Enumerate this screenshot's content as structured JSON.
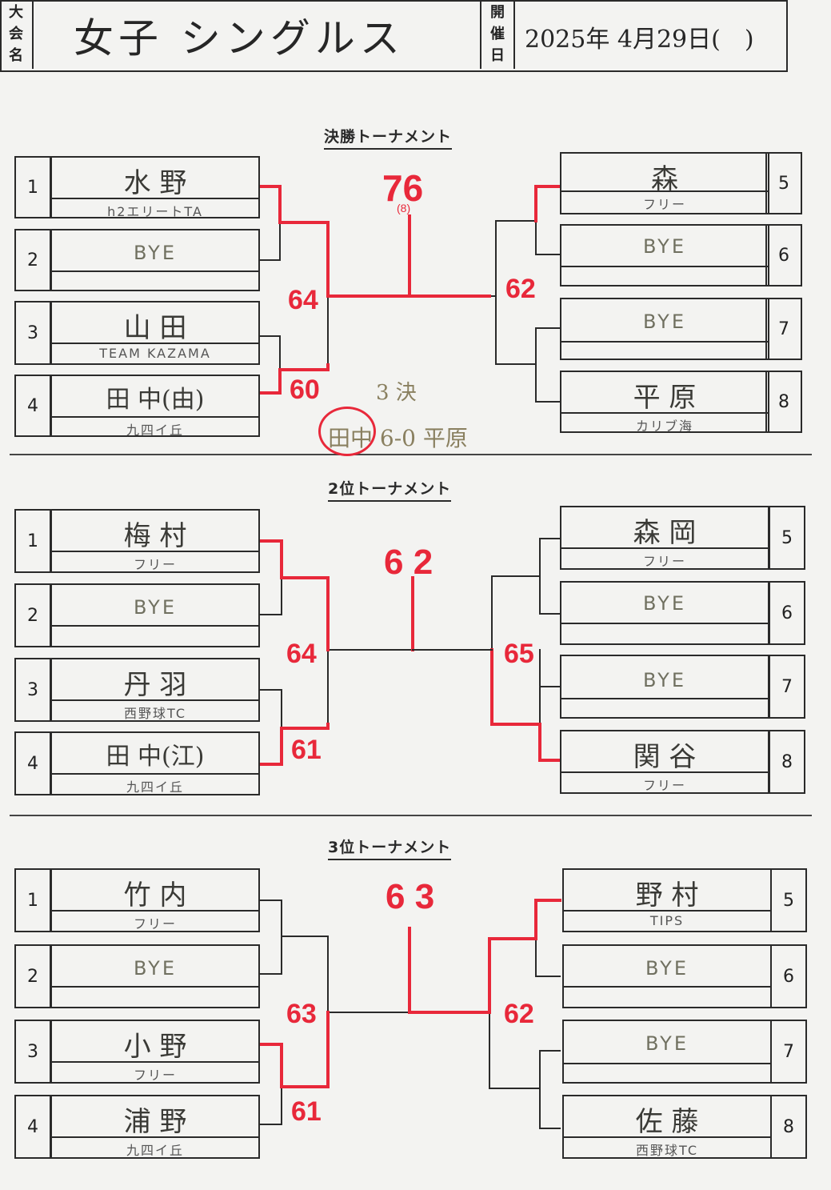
{
  "header": {
    "event_label": [
      "大",
      "会",
      "名"
    ],
    "event_name": "女子 シングルス",
    "date_label": [
      "開",
      "催",
      "日"
    ],
    "date_value": "2025年 4月29日(　)"
  },
  "final": {
    "title": "決勝トーナメント",
    "left": [
      {
        "seed": "1",
        "name": "水 野",
        "club": "h2エリートTA"
      },
      {
        "seed": "2",
        "name": "BYE",
        "club": ""
      },
      {
        "seed": "3",
        "name": "山 田",
        "club": "TEAM KAZAMA"
      },
      {
        "seed": "4",
        "name": "田 中(由)",
        "club": "九四イ丘"
      }
    ],
    "right": [
      {
        "seed": "5",
        "name": "森",
        "club": "フリー"
      },
      {
        "seed": "6",
        "name": "BYE",
        "club": ""
      },
      {
        "seed": "7",
        "name": "BYE",
        "club": ""
      },
      {
        "seed": "8",
        "name": "平 原",
        "club": "カリブ海"
      }
    ],
    "scores": {
      "champion": "76",
      "tiebreak": "(8)",
      "left_final": "64",
      "left_semi": "60",
      "right_final": "62"
    },
    "third_place": {
      "label": "3 決",
      "result": "田中 6-0 平原"
    }
  },
  "second": {
    "title": "2位トーナメント",
    "left": [
      {
        "seed": "1",
        "name": "梅 村",
        "club": "フリー"
      },
      {
        "seed": "2",
        "name": "BYE",
        "club": ""
      },
      {
        "seed": "3",
        "name": "丹 羽",
        "club": "西野球TC"
      },
      {
        "seed": "4",
        "name": "田 中(江)",
        "club": "九四イ丘"
      }
    ],
    "right": [
      {
        "seed": "5",
        "name": "森 岡",
        "club": "フリー"
      },
      {
        "seed": "6",
        "name": "BYE",
        "club": ""
      },
      {
        "seed": "7",
        "name": "BYE",
        "club": ""
      },
      {
        "seed": "8",
        "name": "関 谷",
        "club": "フリー"
      }
    ],
    "scores": {
      "champion": "6 2",
      "left_final": "64",
      "left_semi": "61",
      "right_final": "65"
    }
  },
  "third": {
    "title": "3位トーナメント",
    "left": [
      {
        "seed": "1",
        "name": "竹 内",
        "club": "フリー"
      },
      {
        "seed": "2",
        "name": "BYE",
        "club": ""
      },
      {
        "seed": "3",
        "name": "小 野",
        "club": "フリー"
      },
      {
        "seed": "4",
        "name": "浦 野",
        "club": "九四イ丘"
      }
    ],
    "right": [
      {
        "seed": "5",
        "name": "野 村",
        "club": "TIPS"
      },
      {
        "seed": "6",
        "name": "BYE",
        "club": ""
      },
      {
        "seed": "7",
        "name": "BYE",
        "club": ""
      },
      {
        "seed": "8",
        "name": "佐 藤",
        "club": "西野球TC"
      }
    ],
    "scores": {
      "champion": "6 3",
      "left_final": "63",
      "left_semi": "61",
      "right_final": "62"
    }
  },
  "colors": {
    "ink": "#2a2a2a",
    "red": "#e8283a",
    "pencil": "#8a8060"
  }
}
